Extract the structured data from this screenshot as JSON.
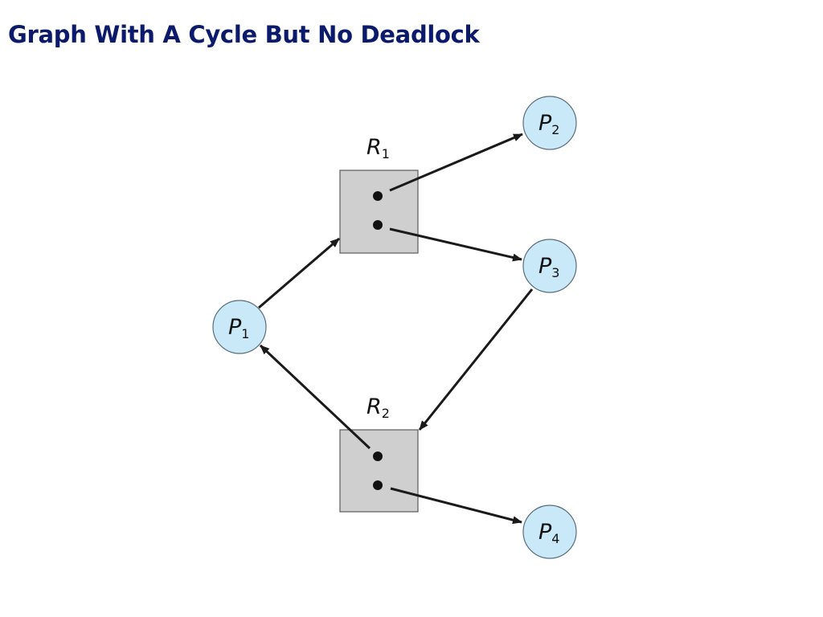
{
  "title": "Graph With A Cycle But No Deadlock",
  "colors": {
    "title": "#0b1a6b",
    "process_fill": "#c9e9f8",
    "process_stroke": "#5a6e7a",
    "resource_fill": "#cfcfcf",
    "resource_stroke": "#5a5a5a",
    "edge": "#1a1a1a"
  },
  "processes": [
    {
      "id": "P1",
      "name": "P",
      "sub": "1"
    },
    {
      "id": "P2",
      "name": "P",
      "sub": "2"
    },
    {
      "id": "P3",
      "name": "P",
      "sub": "3"
    },
    {
      "id": "P4",
      "name": "P",
      "sub": "4"
    }
  ],
  "resources": [
    {
      "id": "R1",
      "name": "R",
      "sub": "1",
      "instances": 2
    },
    {
      "id": "R2",
      "name": "R",
      "sub": "2",
      "instances": 2
    }
  ],
  "edges": [
    {
      "type": "assignment",
      "from": "R1",
      "to": "P2"
    },
    {
      "type": "assignment",
      "from": "R1",
      "to": "P3"
    },
    {
      "type": "request",
      "from": "P1",
      "to": "R1"
    },
    {
      "type": "request",
      "from": "P3",
      "to": "R2"
    },
    {
      "type": "assignment",
      "from": "R2",
      "to": "P1"
    },
    {
      "type": "assignment",
      "from": "R2",
      "to": "P4"
    }
  ]
}
